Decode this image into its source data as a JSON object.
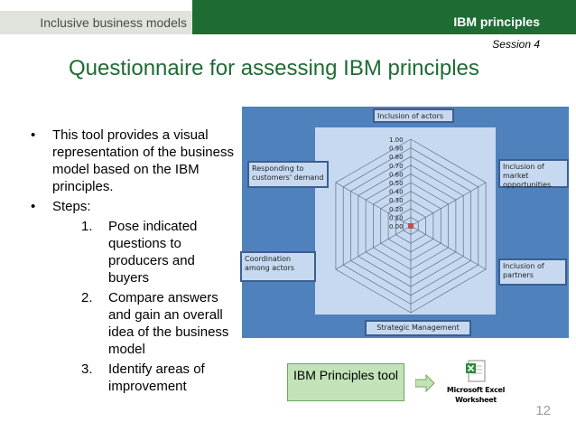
{
  "header": {
    "left_tab": "Inclusive business models",
    "right_tab": "IBM principles",
    "session": "Session 4"
  },
  "title": "Questionnaire for assessing IBM principles",
  "bullets": [
    "This tool provides a visual representation of the business model based on the IBM principles.",
    "Steps:"
  ],
  "steps": [
    {
      "num": "1.",
      "text": "Pose indicated questions to producers and buyers"
    },
    {
      "num": "2.",
      "text": "Compare answers and gain an overall idea of the business model"
    },
    {
      "num": "3.",
      "text": "Identify areas of improvement"
    }
  ],
  "radar": {
    "scale": [
      "1.00",
      "0.90",
      "0.80",
      "0.70",
      "0.60",
      "0.50",
      "0.40",
      "0.30",
      "0.20",
      "0.10",
      "0.00"
    ],
    "axes": [
      "Inclusion of actors",
      "Inclusion of market opportunities",
      "Inclusion of partners",
      "Strategic Management",
      "Coordination among actors",
      "Responding to customers' demand"
    ],
    "colors": {
      "frame": "#4f81bd",
      "plot_bg": "#c6d9f1",
      "grid": "#5f6f84",
      "marker": "#c0504d"
    }
  },
  "tool_box": "IBM Principles tool",
  "excel_label_1": "Microsoft Excel",
  "excel_label_2": "Worksheet",
  "excel_icon": "excel-worksheet-icon",
  "page_number": "12",
  "colors": {
    "brand_green": "#1e6b34",
    "tool_box": "#c2e3b8"
  }
}
